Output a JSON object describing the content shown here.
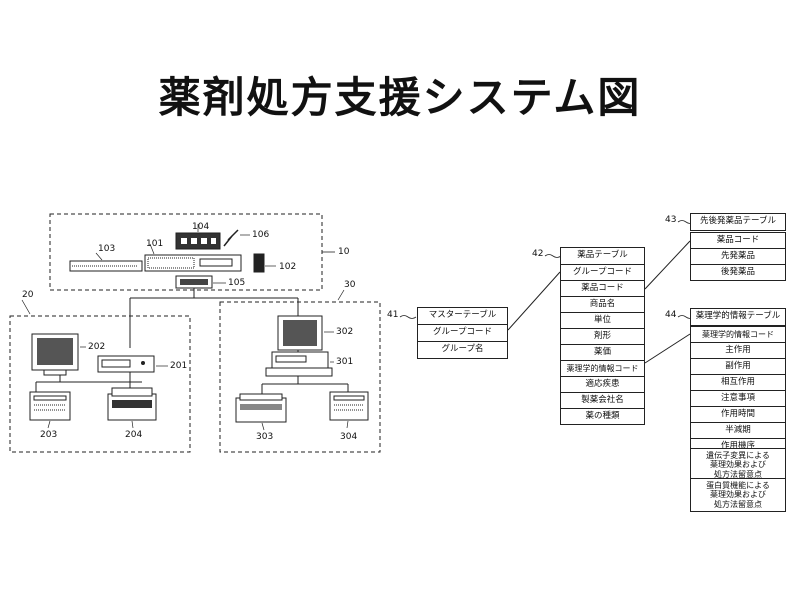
{
  "title": "薬剤処方支援システム図",
  "network": {
    "labels": {
      "n10": "10",
      "n20": "20",
      "n30": "30",
      "n101": "101",
      "n102": "102",
      "n103": "103",
      "n104": "104",
      "n105": "105",
      "n106": "106",
      "n201": "201",
      "n202": "202",
      "n203": "203",
      "n204": "204",
      "n301": "301",
      "n302": "302",
      "n303": "303",
      "n304": "304"
    }
  },
  "tables": {
    "master": {
      "ref": "41",
      "header": "マスターテーブル",
      "rows": [
        "グループコード",
        "グループ名"
      ]
    },
    "drug": {
      "ref": "42",
      "header": "薬品テーブル",
      "rows": [
        "グループコード",
        "薬品コード",
        "商品名",
        "単位",
        "剤形",
        "薬価",
        "薬理学的情報コード",
        "適応疾患",
        "製薬会社名",
        "薬の種類"
      ]
    },
    "generic": {
      "ref": "43",
      "header": "先後発薬品テーブル",
      "rows": [
        "薬品コード",
        "先発薬品",
        "後発薬品"
      ]
    },
    "pharma": {
      "ref": "44",
      "header": "薬理学的情報テーブル",
      "rows": [
        "薬理学的情報コード",
        "主作用",
        "副作用",
        "相互作用",
        "注意事項",
        "作用時間",
        "半減期",
        "作用機序",
        "遺伝子変異による\n薬理効果および\n処方法留意点",
        "蛋白質機能による\n薬理効果および\n処方法留意点"
      ]
    }
  }
}
